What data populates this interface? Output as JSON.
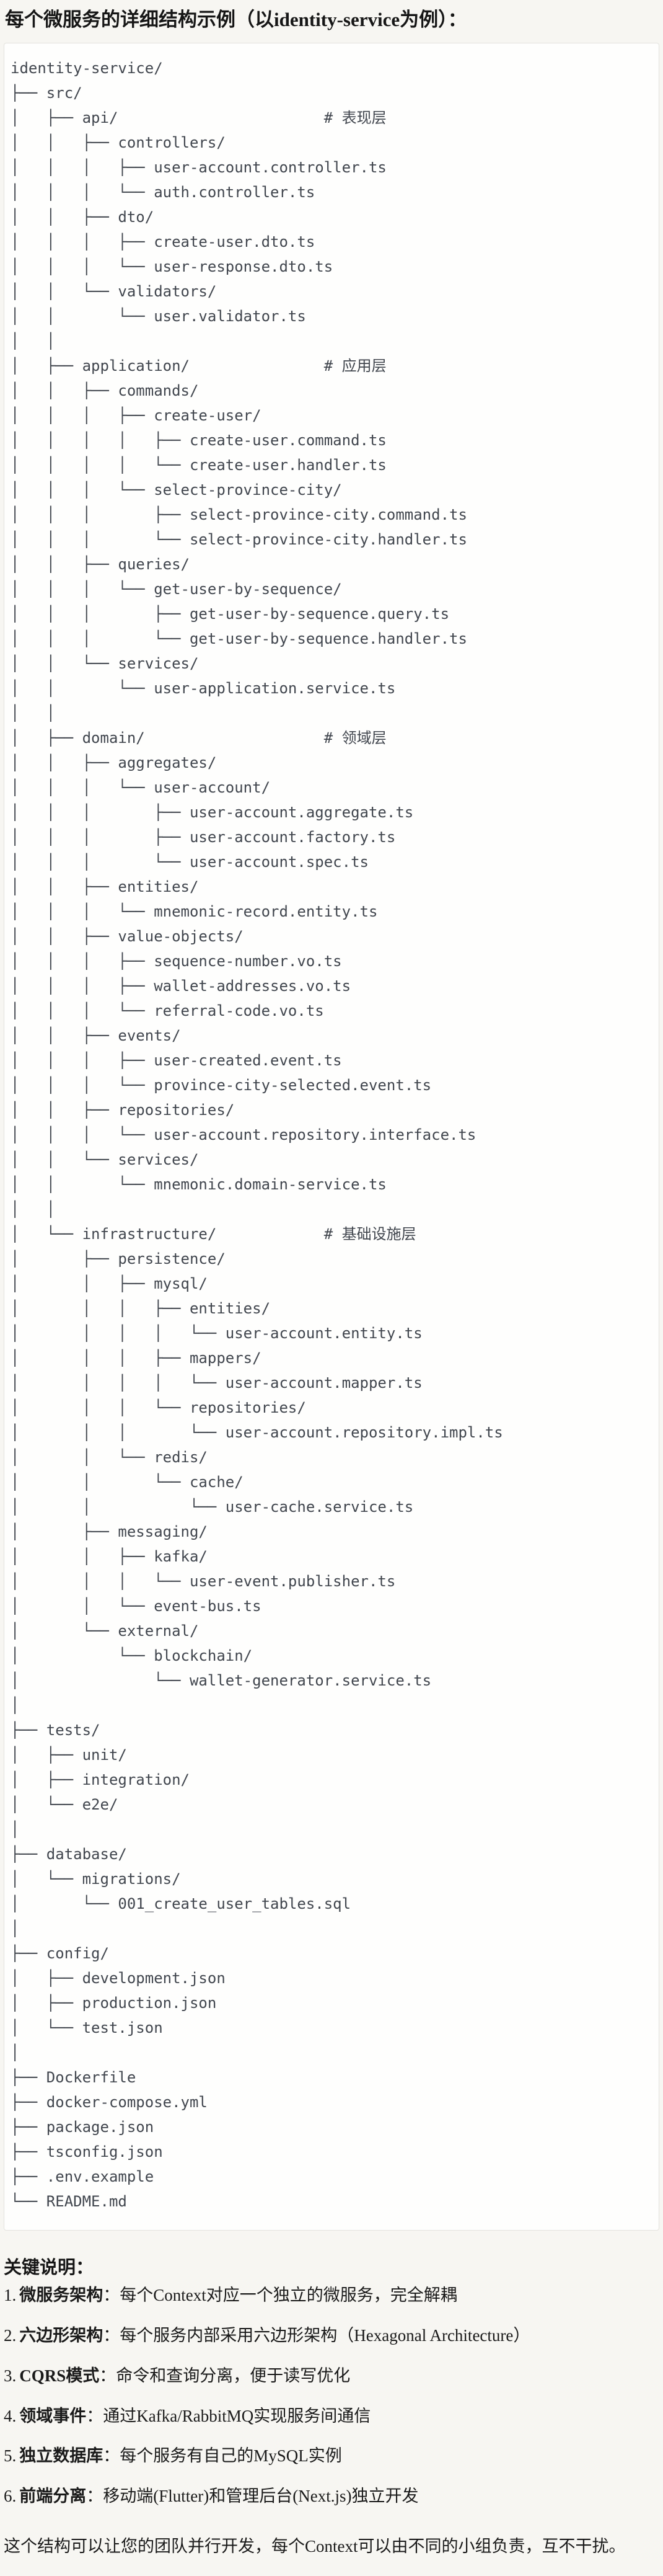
{
  "header": {
    "title": "每个微服务的详细结构示例（以identity-service为例）："
  },
  "tree": {
    "lines": [
      "identity-service/",
      "├── src/",
      "│   ├── api/                       # 表现层",
      "│   │   ├── controllers/",
      "│   │   │   ├── user-account.controller.ts",
      "│   │   │   └── auth.controller.ts",
      "│   │   ├── dto/",
      "│   │   │   ├── create-user.dto.ts",
      "│   │   │   └── user-response.dto.ts",
      "│   │   └── validators/",
      "│   │       └── user.validator.ts",
      "│   │",
      "│   ├── application/               # 应用层",
      "│   │   ├── commands/",
      "│   │   │   ├── create-user/",
      "│   │   │   │   ├── create-user.command.ts",
      "│   │   │   │   └── create-user.handler.ts",
      "│   │   │   └── select-province-city/",
      "│   │   │       ├── select-province-city.command.ts",
      "│   │   │       └── select-province-city.handler.ts",
      "│   │   ├── queries/",
      "│   │   │   └── get-user-by-sequence/",
      "│   │   │       ├── get-user-by-sequence.query.ts",
      "│   │   │       └── get-user-by-sequence.handler.ts",
      "│   │   └── services/",
      "│   │       └── user-application.service.ts",
      "│   │",
      "│   ├── domain/                    # 领域层",
      "│   │   ├── aggregates/",
      "│   │   │   └── user-account/",
      "│   │   │       ├── user-account.aggregate.ts",
      "│   │   │       ├── user-account.factory.ts",
      "│   │   │       └── user-account.spec.ts",
      "│   │   ├── entities/",
      "│   │   │   └── mnemonic-record.entity.ts",
      "│   │   ├── value-objects/",
      "│   │   │   ├── sequence-number.vo.ts",
      "│   │   │   ├── wallet-addresses.vo.ts",
      "│   │   │   └── referral-code.vo.ts",
      "│   │   ├── events/",
      "│   │   │   ├── user-created.event.ts",
      "│   │   │   └── province-city-selected.event.ts",
      "│   │   ├── repositories/",
      "│   │   │   └── user-account.repository.interface.ts",
      "│   │   └── services/",
      "│   │       └── mnemonic.domain-service.ts",
      "│   │",
      "│   └── infrastructure/            # 基础设施层",
      "│       ├── persistence/",
      "│       │   ├── mysql/",
      "│       │   │   ├── entities/",
      "│       │   │   │   └── user-account.entity.ts",
      "│       │   │   ├── mappers/",
      "│       │   │   │   └── user-account.mapper.ts",
      "│       │   │   └── repositories/",
      "│       │   │       └── user-account.repository.impl.ts",
      "│       │   └── redis/",
      "│       │       └── cache/",
      "│       │           └── user-cache.service.ts",
      "│       ├── messaging/",
      "│       │   ├── kafka/",
      "│       │   │   └── user-event.publisher.ts",
      "│       │   └── event-bus.ts",
      "│       └── external/",
      "│           └── blockchain/",
      "│               └── wallet-generator.service.ts",
      "│",
      "├── tests/",
      "│   ├── unit/",
      "│   ├── integration/",
      "│   └── e2e/",
      "│",
      "├── database/",
      "│   └── migrations/",
      "│       └── 001_create_user_tables.sql",
      "│",
      "├── config/",
      "│   ├── development.json",
      "│   ├── production.json",
      "│   └── test.json",
      "│",
      "├── Dockerfile",
      "├── docker-compose.yml",
      "├── package.json",
      "├── tsconfig.json",
      "├── .env.example",
      "└── README.md"
    ]
  },
  "notes": {
    "heading": "关键说明：",
    "items": [
      {
        "num": "1.",
        "term": "微服务架构",
        "desc": "：每个Context对应一个独立的微服务，完全解耦"
      },
      {
        "num": "2.",
        "term": "六边形架构",
        "desc": "：每个服务内部采用六边形架构（Hexagonal Architecture）"
      },
      {
        "num": "3.",
        "term": "CQRS模式",
        "desc": "：命令和查询分离，便于读写优化"
      },
      {
        "num": "4.",
        "term": "领域事件",
        "desc": "：通过Kafka/RabbitMQ实现服务间通信"
      },
      {
        "num": "5.",
        "term": "独立数据库",
        "desc": "：每个服务有自己的MySQL实例"
      },
      {
        "num": "6.",
        "term": "前端分离",
        "desc": "：移动端(Flutter)和管理后台(Next.js)独立开发"
      }
    ]
  },
  "closing": "这个结构可以让您的团队并行开发，每个Context可以由不同的小组负责，互不干扰。"
}
